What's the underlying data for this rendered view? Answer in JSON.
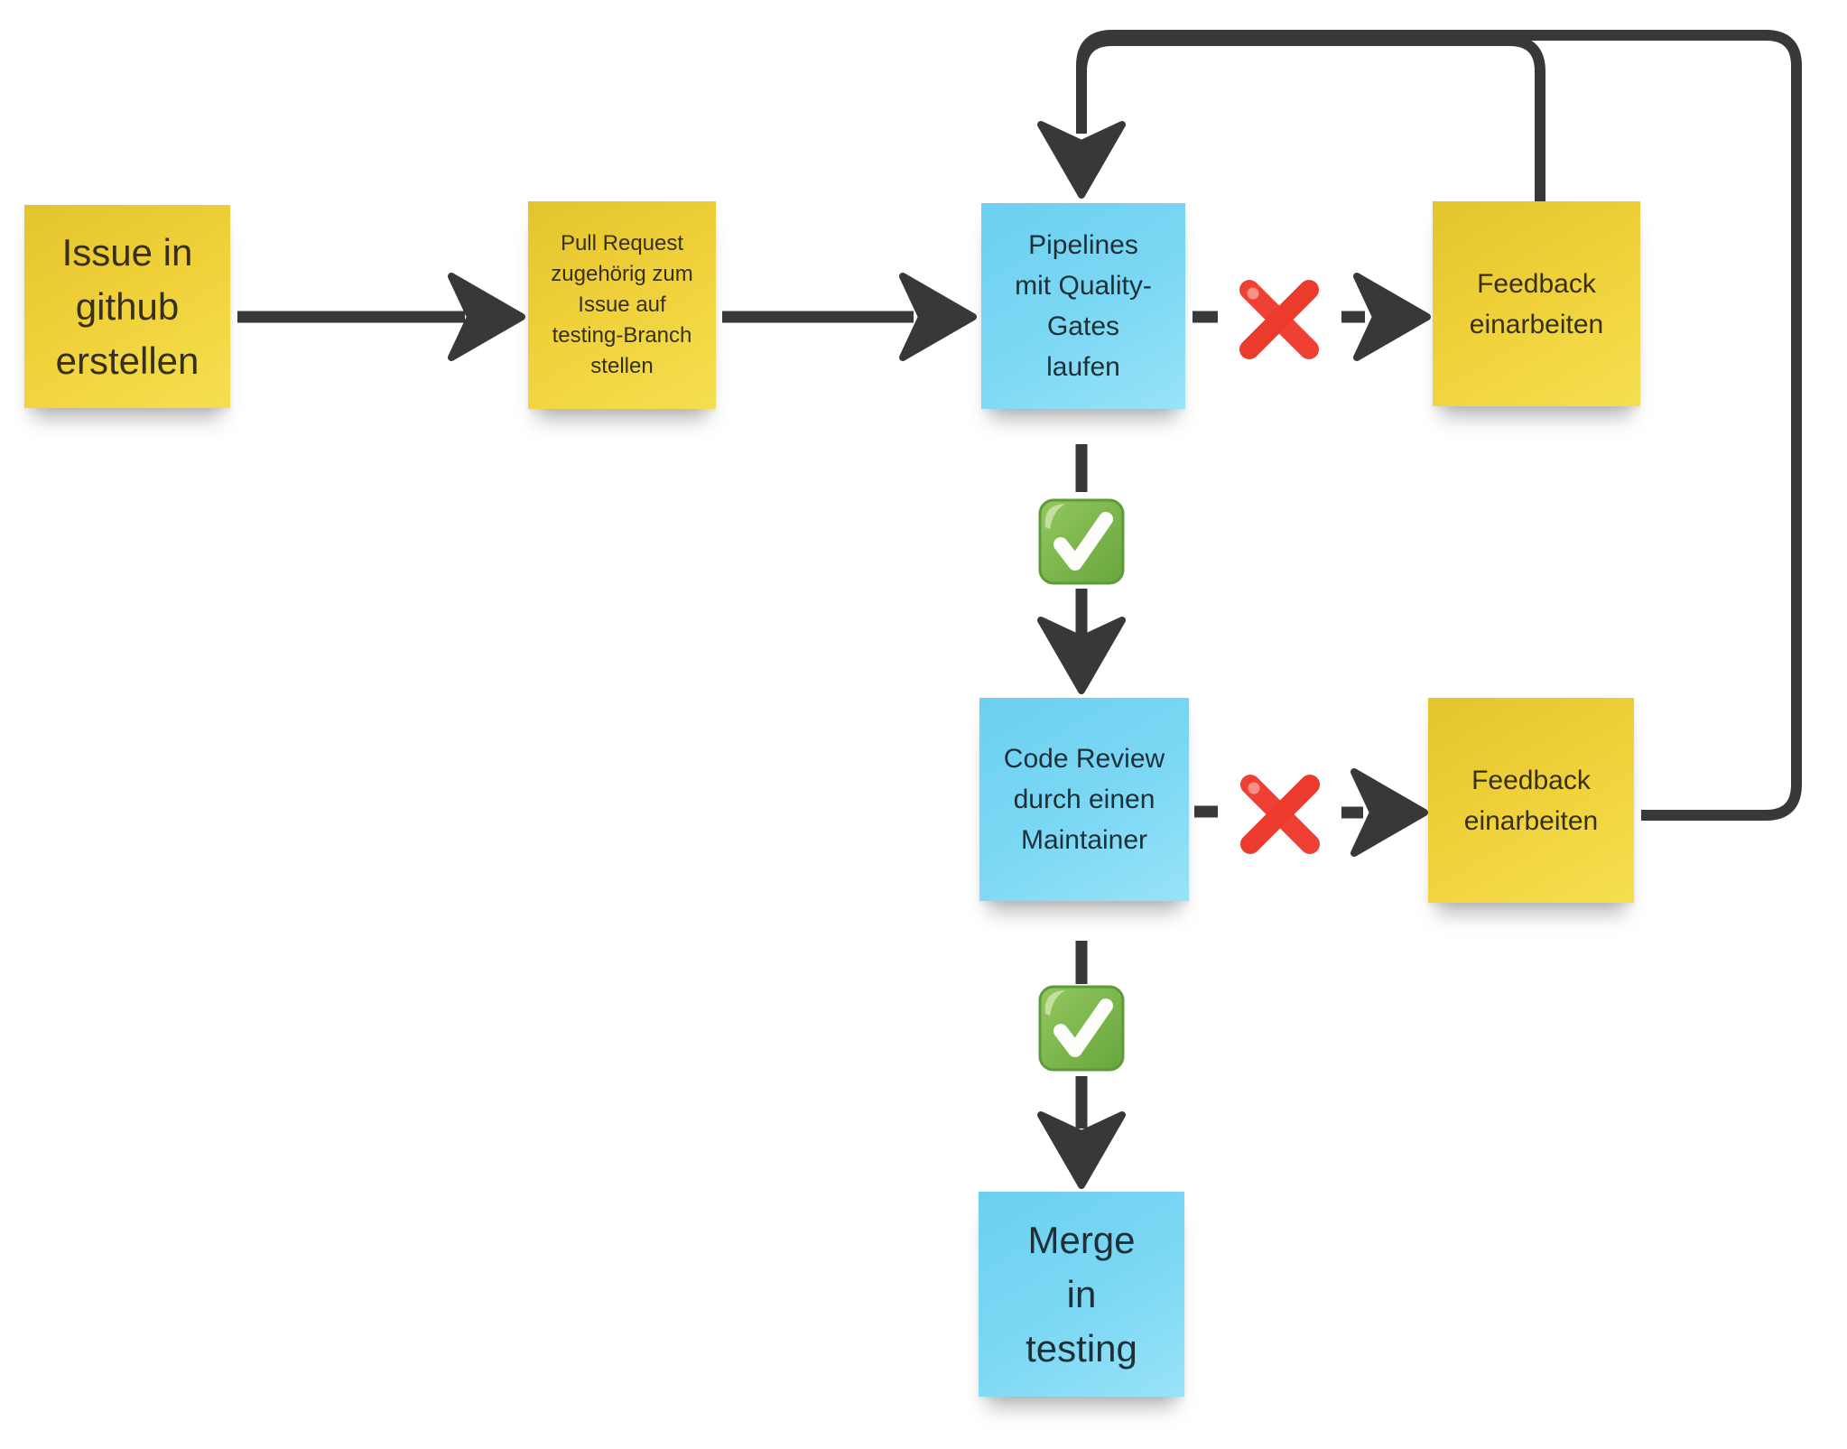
{
  "diagram": {
    "background": "#ffffff",
    "colors": {
      "connector": "#383838",
      "note_yellow": "#efd039",
      "note_blue": "#7cd8f4",
      "check_green": "#74b347",
      "cross_red": "#ee4134"
    },
    "icons": {
      "pass": "check-mark-button-icon",
      "fail": "cross-mark-icon",
      "flow": "arrow-icon"
    },
    "notes": [
      {
        "id": "issue",
        "style": "yellow",
        "text": "Issue in\ngithub\nerstellen"
      },
      {
        "id": "pull-request",
        "style": "yellow",
        "text": "Pull Request\nzugehörig zum\nIssue auf\ntesting-Branch\nstellen"
      },
      {
        "id": "pipelines",
        "style": "blue",
        "text": "Pipelines\nmit Quality-\nGates\nlaufen"
      },
      {
        "id": "feedback-top",
        "style": "yellow",
        "text": "Feedback\neinarbeiten"
      },
      {
        "id": "code-review",
        "style": "blue",
        "text": "Code Review\ndurch einen\nMaintainer"
      },
      {
        "id": "feedback-bottom",
        "style": "yellow",
        "text": "Feedback\neinarbeiten"
      },
      {
        "id": "merge",
        "style": "blue",
        "text": "Merge\nin\ntesting"
      }
    ]
  }
}
